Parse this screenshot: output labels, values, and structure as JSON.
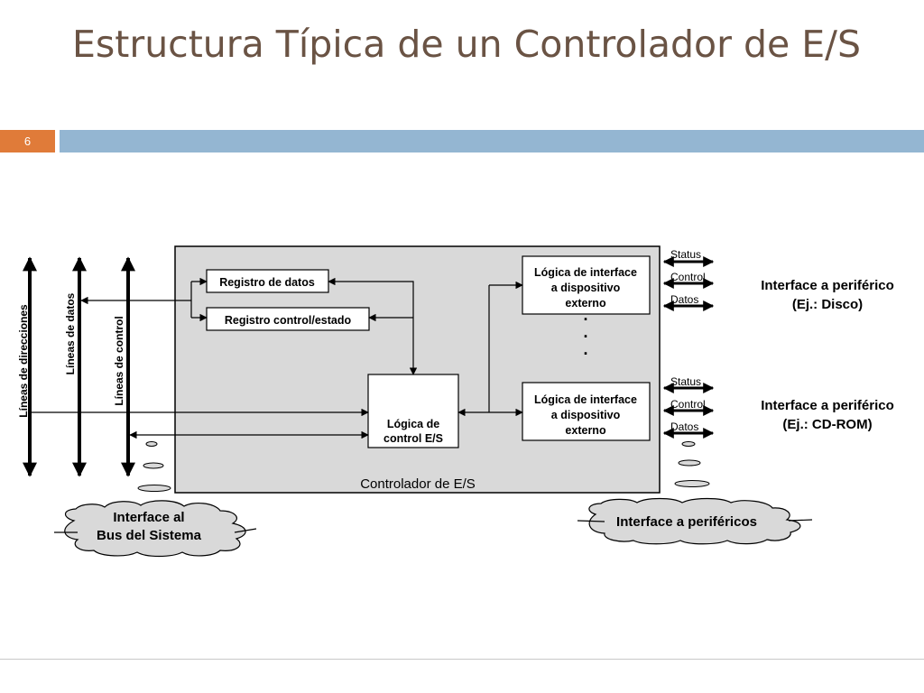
{
  "slide": {
    "title": "Estructura Típica de un Controlador de E/S",
    "number": "6"
  },
  "diagram": {
    "bus_lines": {
      "addresses": "Líneas de direcciones",
      "data": "Líneas de datos",
      "control": "Líneas de control"
    },
    "controller_label": "Controlador de E/S",
    "data_register": "Registro de datos",
    "control_register": "Registro control/estado",
    "control_logic": {
      "line1": "Lógica de",
      "line2": "control E/S"
    },
    "interface_logic_1": {
      "line1": "Lógica de interface",
      "line2": "a dispositivo",
      "line3": "externo"
    },
    "interface_logic_2": {
      "line1": "Lógica de interface",
      "line2": "a dispositivo",
      "line3": "externo"
    },
    "signals_1": {
      "status": "Status",
      "control": "Control",
      "data": "Datos"
    },
    "signals_2": {
      "status": "Status",
      "control": "Control",
      "data": "Datos"
    },
    "peripheral_1": {
      "line1": "Interface a periférico",
      "line2": "(Ej.: Disco)"
    },
    "peripheral_2": {
      "line1": "Interface a periférico",
      "line2": "(Ej.: CD-ROM)"
    },
    "bus_interface_cloud": {
      "line1": "Interface al",
      "line2": "Bus del Sistema"
    },
    "peripherals_cloud": "Interface a periféricos",
    "ellipsis_dot": "."
  }
}
